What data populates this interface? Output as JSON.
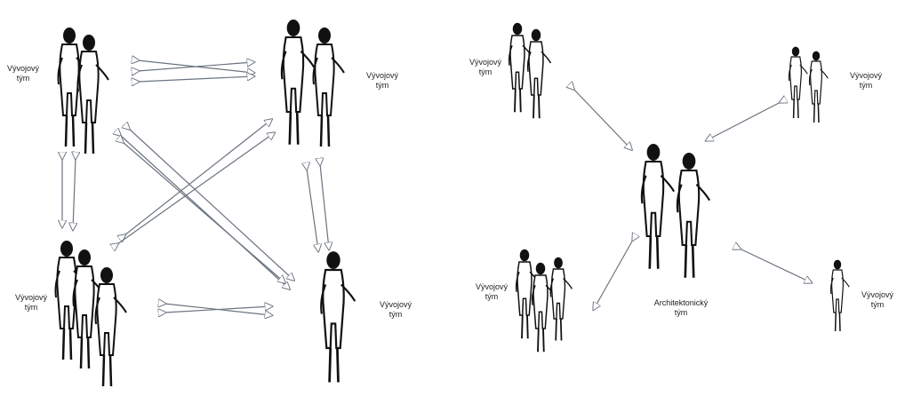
{
  "diagram": {
    "left": {
      "team_top_left": "Vývojový\ntým",
      "team_top_right": "Vývojový\ntým",
      "team_bottom_left": "Vývojový\ntým",
      "team_bottom_right": "Vývojový\ntým"
    },
    "right": {
      "team_top_left": "Vývojový\ntým",
      "team_top_right": "Vývojový\ntým",
      "team_bottom_left": "Vývojový\ntým",
      "team_bottom_right": "Vývojový\ntým",
      "architecture_team": "Architektonický\ntým"
    }
  }
}
